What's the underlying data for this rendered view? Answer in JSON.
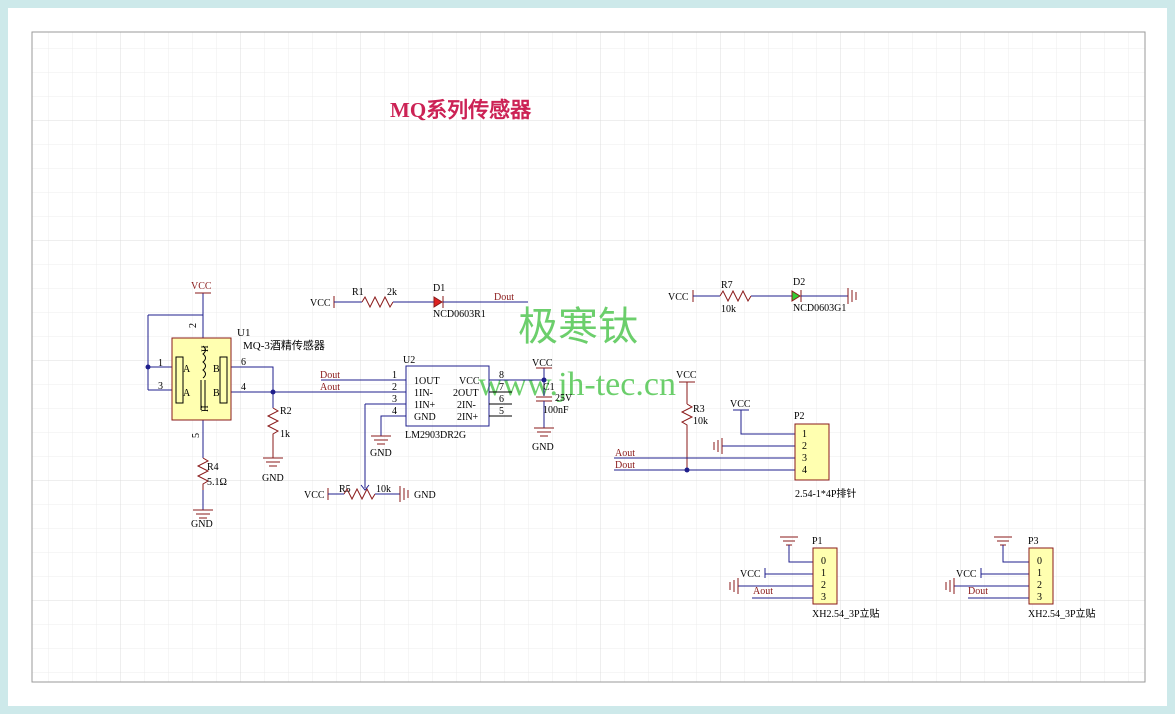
{
  "title": "MQ系列传感器",
  "watermark": {
    "cn": "极寒钛",
    "url": "www.jh-tec.cn"
  },
  "colors": {
    "wire": "#1f1f8c",
    "component": "#8a1a1a",
    "fill": "#ffffb0",
    "title": "#cc2255",
    "pin": "#000000",
    "watermark": "#3cbf3c"
  },
  "nets": {
    "vcc": "VCC",
    "gnd": "GND",
    "dout": "Dout",
    "aout": "Aout"
  },
  "u1": {
    "designator": "U1",
    "part": "MQ-3酒精传感器",
    "pins": [
      "1",
      "3",
      "2",
      "5",
      "6",
      "4"
    ],
    "letters": {
      "a": "A",
      "b": "B",
      "h": "H"
    }
  },
  "u2": {
    "designator": "U2",
    "part": "LM2903DR2G",
    "left_pins": [
      "1",
      "2",
      "3",
      "4"
    ],
    "left_names": [
      "1OUT",
      "1IN-",
      "1IN+",
      "GND"
    ],
    "right_pins": [
      "8",
      "7",
      "6",
      "5"
    ],
    "right_names": [
      "VCC",
      "2OUT",
      "2IN-",
      "2IN+"
    ]
  },
  "r1": {
    "designator": "R1",
    "value": "2k"
  },
  "r2": {
    "designator": "R2",
    "value": "1k"
  },
  "r3": {
    "designator": "R3",
    "value": "10k"
  },
  "r4": {
    "designator": "R4",
    "value": "5.1Ω"
  },
  "r5": {
    "designator": "R5",
    "value": "10k"
  },
  "r7": {
    "designator": "R7",
    "value": "10k"
  },
  "d1": {
    "designator": "D1",
    "part": "NCD0603R1"
  },
  "d2": {
    "designator": "D2",
    "part": "NCD0603G1"
  },
  "c1": {
    "designator": "C1",
    "voltage": "25V",
    "value": "100nF"
  },
  "p2": {
    "designator": "P2",
    "pins": [
      "1",
      "2",
      "3",
      "4"
    ],
    "part": "2.54-1*4P排针"
  },
  "p1": {
    "designator": "P1",
    "pins": [
      "0",
      "1",
      "2",
      "3"
    ],
    "part": "XH2.54_3P立贴"
  },
  "p3": {
    "designator": "P3",
    "pins": [
      "0",
      "1",
      "2",
      "3"
    ],
    "part": "XH2.54_3P立贴"
  }
}
